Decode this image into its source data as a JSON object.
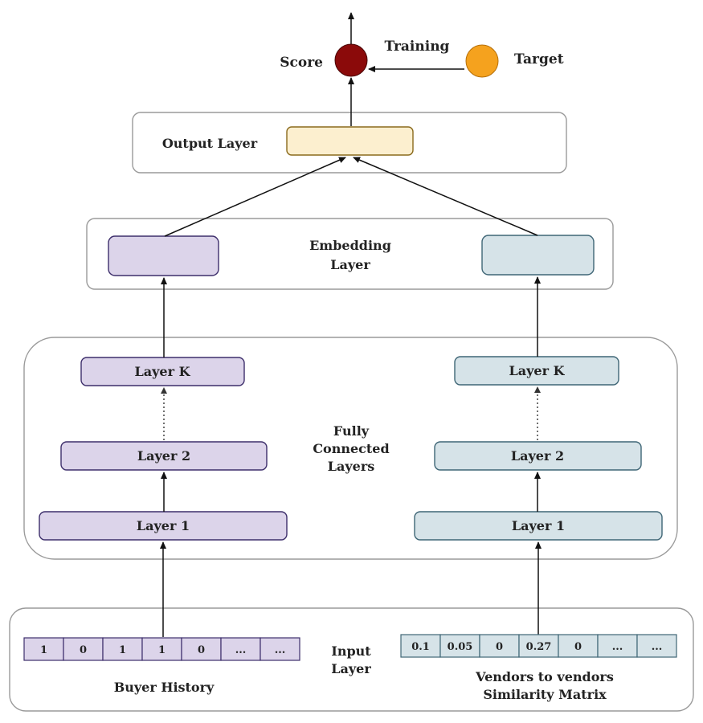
{
  "colors": {
    "buyer_fill": "#dcd4ea",
    "buyer_stroke": "#3d2e6b",
    "vendor_fill": "#d6e3e8",
    "vendor_stroke": "#3f6676",
    "output_fill": "#fcefcf",
    "output_stroke": "#8a6a1c",
    "score_fill": "#8b0a0a",
    "target_fill": "#f5a21e"
  },
  "top": {
    "score_label": "Score",
    "training_label": "Training",
    "target_label": "Target"
  },
  "output_layer": {
    "label": "Output Layer"
  },
  "embedding_layer": {
    "label_line1": "Embedding",
    "label_line2": "Layer"
  },
  "fc_layers": {
    "label_line1": "Fully",
    "label_line2": "Connected",
    "label_line3": "Layers",
    "buyer": {
      "layer_k": "Layer K",
      "layer_2": "Layer 2",
      "layer_1": "Layer 1"
    },
    "vendor": {
      "layer_k": "Layer K",
      "layer_2": "Layer 2",
      "layer_1": "Layer 1"
    }
  },
  "input_layer": {
    "label_line1": "Input",
    "label_line2": "Layer",
    "buyer_history": {
      "values": [
        "1",
        "0",
        "1",
        "1",
        "0",
        "...",
        "..."
      ],
      "caption": "Buyer History"
    },
    "similarity_matrix": {
      "values": [
        "0.1",
        "0.05",
        "0",
        "0.27",
        "0",
        "...",
        "..."
      ],
      "caption_line1": "Vendors to vendors",
      "caption_line2": "Similarity Matrix"
    }
  }
}
